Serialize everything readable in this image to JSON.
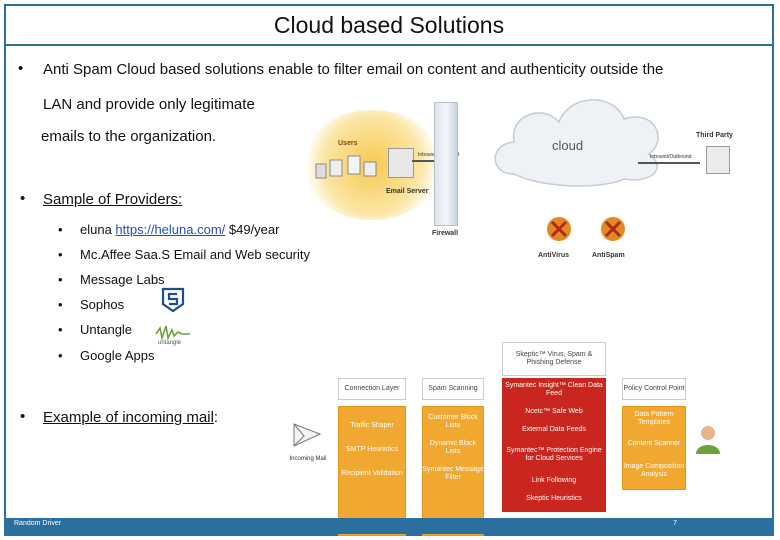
{
  "slide": {
    "title": "Cloud based Solutions",
    "bullet1": {
      "line1": "Anti Spam Cloud based solutions enable to filter email on content and authenticity outside the",
      "line2": "LAN and provide only legitimate",
      "line3": "emails to the organization."
    },
    "providers": {
      "heading": "Sample of Providers:",
      "items": [
        {
          "pre": "eluna ",
          "link": "https://heluna.com/",
          "post": " $49/year"
        },
        {
          "pre": "Mc.Affee Saa.S Email and Web security",
          "link": "",
          "post": ""
        },
        {
          "pre": "Message Labs",
          "link": "",
          "post": ""
        },
        {
          "pre": "Sophos",
          "link": "",
          "post": ""
        },
        {
          "pre": "Untangle",
          "link": "",
          "post": ""
        },
        {
          "pre": "Google Apps",
          "link": "",
          "post": ""
        }
      ]
    },
    "example": {
      "heading": "Example of incoming mail",
      "colon": ":"
    },
    "footer": {
      "left": "Random Driver",
      "right": "7"
    }
  },
  "cloud_diagram": {
    "users": "Users",
    "inbound_outbound_left": "Inbound/Outbound",
    "email_server": "Email Server",
    "cloud": "cloud",
    "third_party": "Third Party",
    "inbound_outbound_right": "Inbound/Outbound",
    "firewall": "Firewall",
    "antivirus": "AntiVirus",
    "antispam": "AntiSpam"
  },
  "mail_diagram": {
    "incoming_mail": "Incoming Mail",
    "skeptic_header": "Skeptic™ Virus, Spam & Phishing Defense",
    "col1_header": "Connection Layer",
    "col2_header": "Spam Scanning",
    "col4_header": "Policy Control Point",
    "col1": [
      "Traffic Shaper",
      "SMTP Heuristics",
      "Recipient Validation"
    ],
    "col2": [
      "Customer Block Lists",
      "Dynamic Block Lists",
      "Symantec Message Filter"
    ],
    "red": [
      "Symantec Insight™ Clean Data Feed",
      "Ncetc™ Safe Web",
      "External Data Feeds",
      "Symantec™ Protection Engine for Cloud Services",
      "Link Following",
      "Skeptic Heuristics"
    ],
    "col4": [
      "Data Pattern Templates",
      "Content Scanner",
      "Image Composition Analysis"
    ],
    "colors": {
      "orange": "#f0a830",
      "red": "#c8261e",
      "accent": "#2a6f9e"
    }
  }
}
